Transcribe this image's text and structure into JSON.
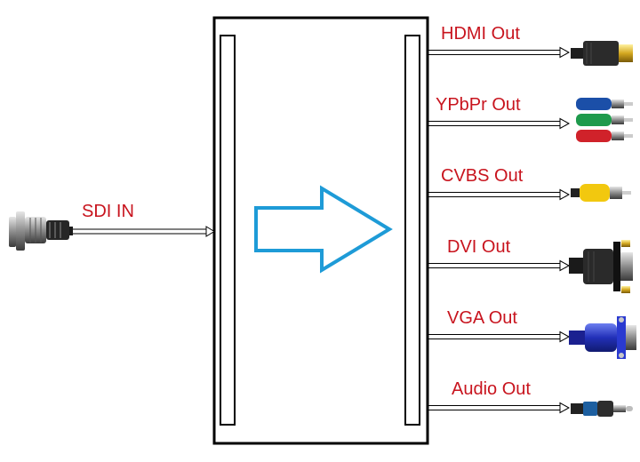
{
  "input": {
    "label": "SDI IN",
    "connector_icon": "bnc-connector-icon"
  },
  "outputs": [
    {
      "label": "HDMI Out",
      "icon": "hdmi-connector-icon"
    },
    {
      "label": "YPbPr Out",
      "icon": "rca-component-connector-icon"
    },
    {
      "label": "CVBS Out",
      "icon": "rca-composite-connector-icon"
    },
    {
      "label": "DVI Out",
      "icon": "dvi-connector-icon"
    },
    {
      "label": "VGA Out",
      "icon": "vga-connector-icon"
    },
    {
      "label": "Audio Out",
      "icon": "audio-jack-icon"
    }
  ],
  "center": {
    "arrow_icon": "flow-arrow-icon"
  },
  "colors": {
    "label_text": "#c8141e",
    "arrow_outline": "#1e9bd7",
    "box_stroke": "#000000",
    "line_stroke": "#000000"
  }
}
